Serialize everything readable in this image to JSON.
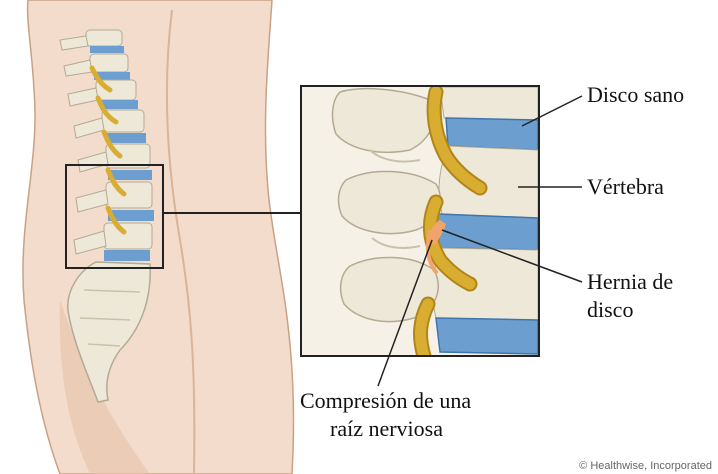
{
  "labels": {
    "healthy_disc": "Disco sano",
    "vertebra": "Vértebra",
    "herniated_disc_line1": "Hernia de",
    "herniated_disc_line2": "disco",
    "compression_line1": "Compresión de una",
    "compression_line2": "raíz nerviosa"
  },
  "credit": "© Healthwise, Incorporated",
  "colors": {
    "skin": "#f3dccb",
    "skin_shadow": "#e6c2aa",
    "bone": "#eee8d8",
    "bone_shade": "#c9c1ab",
    "disc": "#6c9fd0",
    "disc_dark": "#3f75ad",
    "nerve": "#d9ad32",
    "nerve_dark": "#b08618",
    "herniation": "#f2a36a",
    "frame": "#222222"
  }
}
